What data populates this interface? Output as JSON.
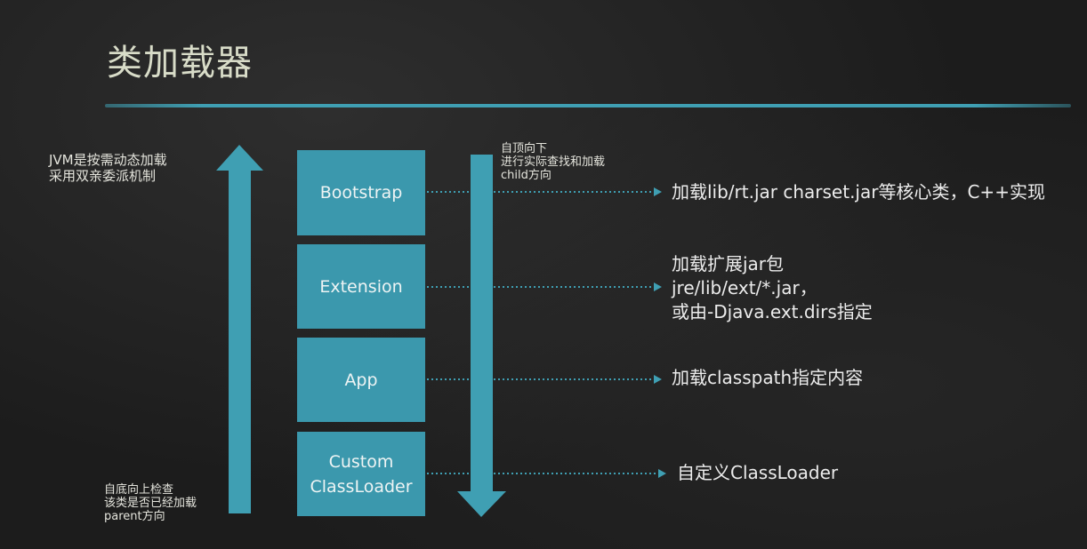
{
  "title": "类加载器",
  "notes": {
    "left": [
      "JVM是按需动态加载",
      "采用双亲委派机制"
    ],
    "top": [
      "自顶向下",
      "进行实际查找和加载",
      "child方向"
    ],
    "bottom": [
      "自底向上检查",
      "该类是否已经加载",
      "parent方向"
    ]
  },
  "loaders": [
    {
      "label": "Bootstrap",
      "desc": [
        "加载lib/rt.jar charset.jar等核心类，C++实现"
      ]
    },
    {
      "label": "Extension",
      "desc": [
        "加载扩展jar包",
        "jre/lib/ext/*.jar，",
        "或由-Djava.ext.dirs指定"
      ]
    },
    {
      "label": "App",
      "desc": [
        "加载classpath指定内容"
      ]
    },
    {
      "label": "Custom\nClassLoader",
      "desc": [
        "自定义ClassLoader"
      ]
    }
  ],
  "colors": {
    "accent": "#3b98ad",
    "arrow": "#3f9fb3",
    "background": "#1c1c1c"
  },
  "icons": {
    "up_arrow": "up-arrow-icon",
    "down_arrow": "down-arrow-icon"
  }
}
